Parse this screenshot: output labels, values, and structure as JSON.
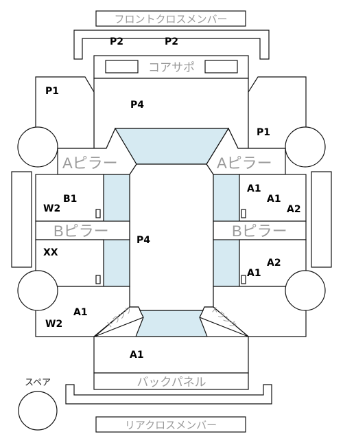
{
  "parts": {
    "front_cross_member": "フロントクロスメンバー",
    "core_support": "コアサポ",
    "a_pillar_left": "Aピラー",
    "a_pillar_right": "Aピラー",
    "b_pillar_left": "Bピラー",
    "b_pillar_right": "Bピラー",
    "trunk_left": "トランク",
    "trunk_right": "トランク",
    "back_panel": "バックパネル",
    "rear_cross_member": "リアクロスメンバー",
    "spare": "スペア"
  },
  "codes": {
    "front_member_left": "P2",
    "front_member_right": "P2",
    "hood": "P4",
    "front_fender_left": "P1",
    "front_fender_right": "P1",
    "roof": "P4",
    "front_door_left_1": "B1",
    "front_door_left_2": "W2",
    "rear_door_left": "XX",
    "rear_fender_left_1": "A1",
    "rear_fender_left_2": "W2",
    "front_door_right_1": "A1",
    "front_door_right_2": "A1",
    "front_door_right_3": "A2",
    "rear_door_right_1": "A2",
    "rear_door_right_2": "A1",
    "trunk_lid": "A1"
  },
  "colors": {
    "glass": "#d6eaf2",
    "line": "#111111",
    "label_gray": "#9a9a9a"
  }
}
